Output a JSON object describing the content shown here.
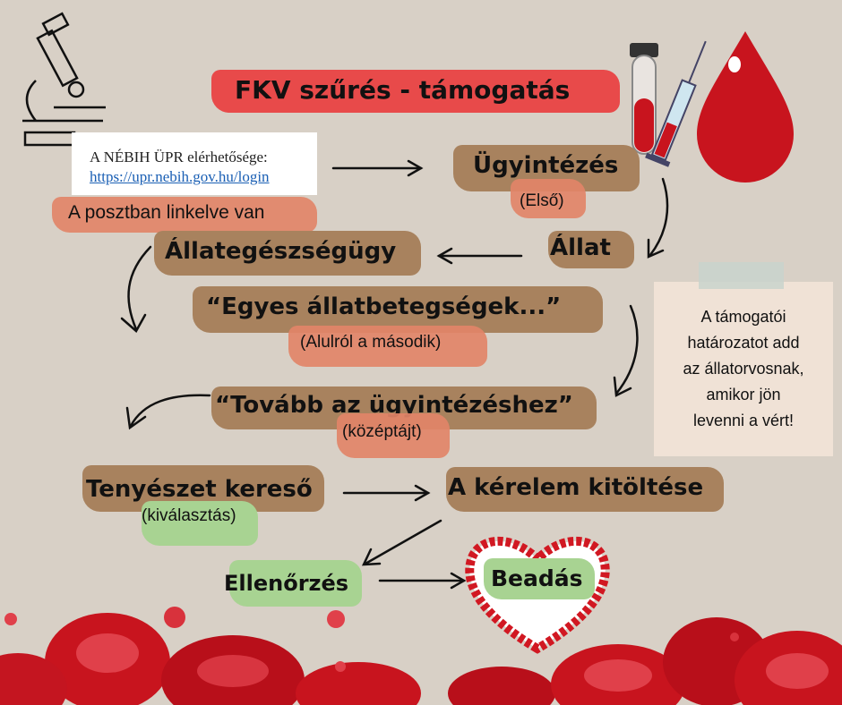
{
  "title": "FKV szűrés - támogatás",
  "upr": {
    "heading": "A NÉBIH ÜPR elérhetősége:",
    "link": "https://upr.nebih.gov.hu/login",
    "note": "A posztban linkelve van"
  },
  "steps": {
    "ugyintezes": "Ügyintézés",
    "ugyintezes_hint": "(Első)",
    "allat": "Állat",
    "allategeszsegugy": "Állategészségügy",
    "egyes": "“Egyes állatbetegségek...”",
    "egyes_hint": "(Alulról a második)",
    "tovabb": "“Tovább az ügyintézéshez”",
    "tovabb_hint": "(középtájt)",
    "tenyeszet": "Tenyészet kereső",
    "tenyeszet_hint": "(kiválasztás)",
    "kerelem": "A kérelem kitöltése",
    "ellenorzes": "Ellenőrzés",
    "beadas": "Beadás"
  },
  "side_note": [
    "A támogatói",
    "határozatot add",
    "az állatorvosnak,",
    "amikor jön",
    "levenni a vért!"
  ],
  "colors": {
    "title_brush": "#e84a4a",
    "step_brush": "#a8825e",
    "hint_brush": "#e28468",
    "green_brush": "#a8d392",
    "blood": "#c8141e"
  }
}
